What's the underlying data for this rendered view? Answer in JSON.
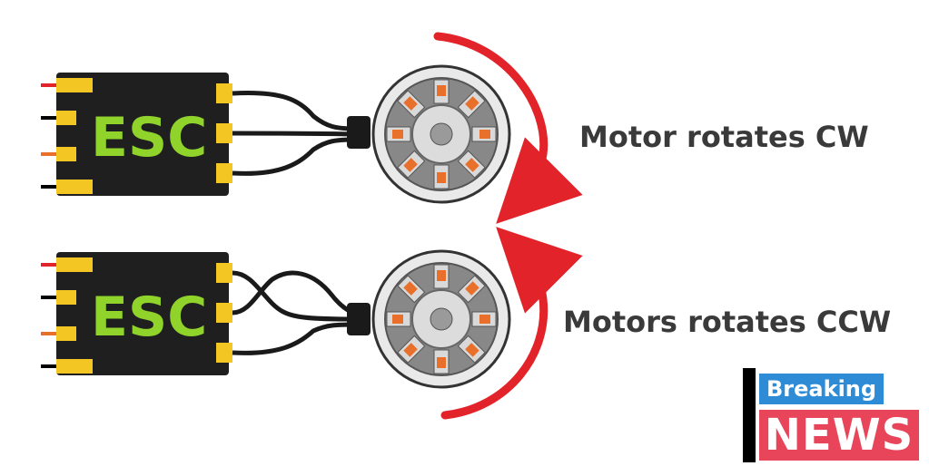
{
  "esc_top": {
    "label": "ESC"
  },
  "esc_bottom": {
    "label": "ESC"
  },
  "motor_top": {
    "caption": "Motor rotates CW"
  },
  "motor_bottom": {
    "caption": "Motors rotates CCW"
  },
  "badge": {
    "top": "Breaking",
    "bottom": "NEWS"
  },
  "colors": {
    "esc_body": "#1f1f1f",
    "esc_text": "#8fd32b",
    "pad": "#f3c623",
    "arrow": "#e3232a",
    "motor_orange": "#e8702a",
    "badge_blue": "#2e8cd6",
    "badge_red": "#e8455a"
  }
}
